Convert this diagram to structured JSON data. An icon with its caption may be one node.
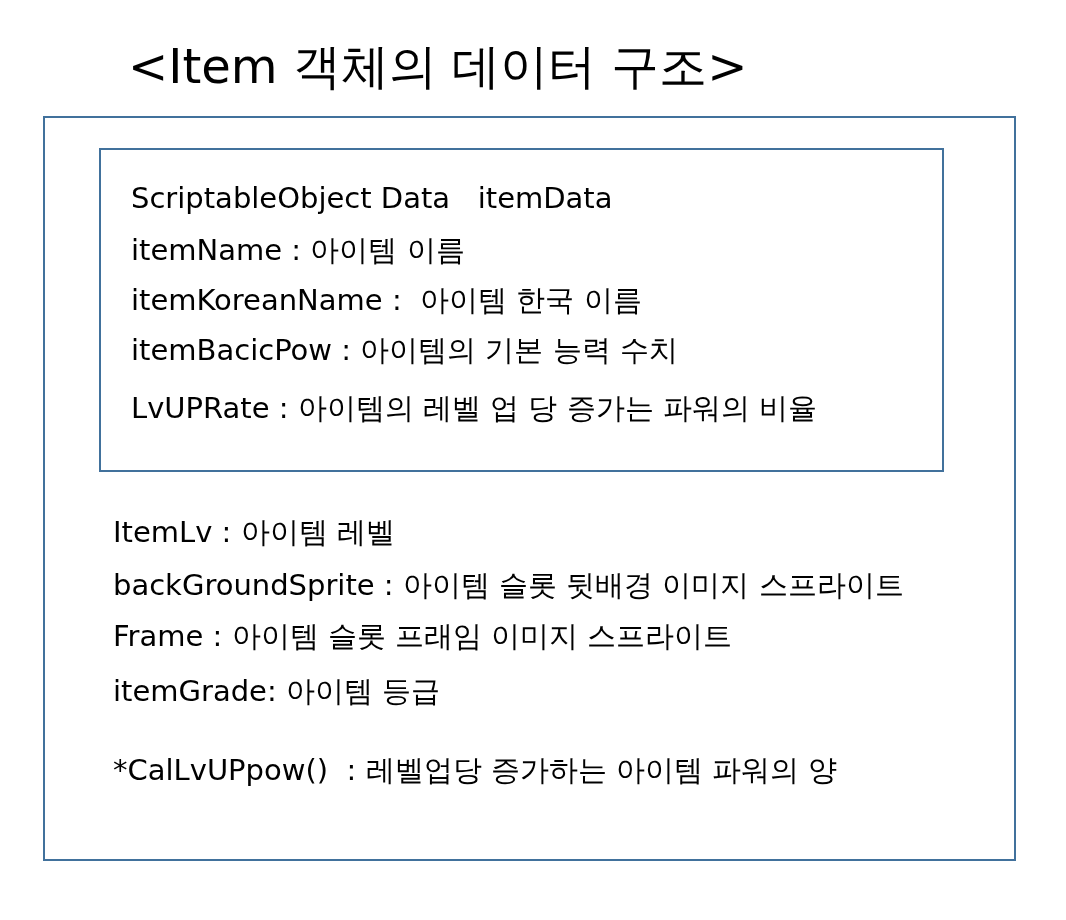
{
  "diagram": {
    "title": "<Item 객체의 데이터 구조>",
    "nodes": [
      {
        "text": [
          "ItemLv : 아이템 레벨",
          "backGroundSprite : 아이템 슬롯 뒷배경 이미지 스프라이트",
          "Frame : 아이템 슬롯 프래임 이미지 스프라이트",
          "itemGrade: 아이템 등급",
          "*CalLvUPpow()  : 레벨업당 증가하는 아이템 파워의 양"
        ]
      },
      {
        "text": [
          "ScriptableObject Data   itemData",
          "itemName : 아이템 이름",
          "itemKoreanName :  아이템 한국 이름",
          "itemBacicPow : 아이템의 기본 능력 수치",
          "LvUPRate : 아이템의 레벨 업 당 증가는 파워의 비율"
        ],
        "in": 0
      }
    ],
    "edges": []
  }
}
